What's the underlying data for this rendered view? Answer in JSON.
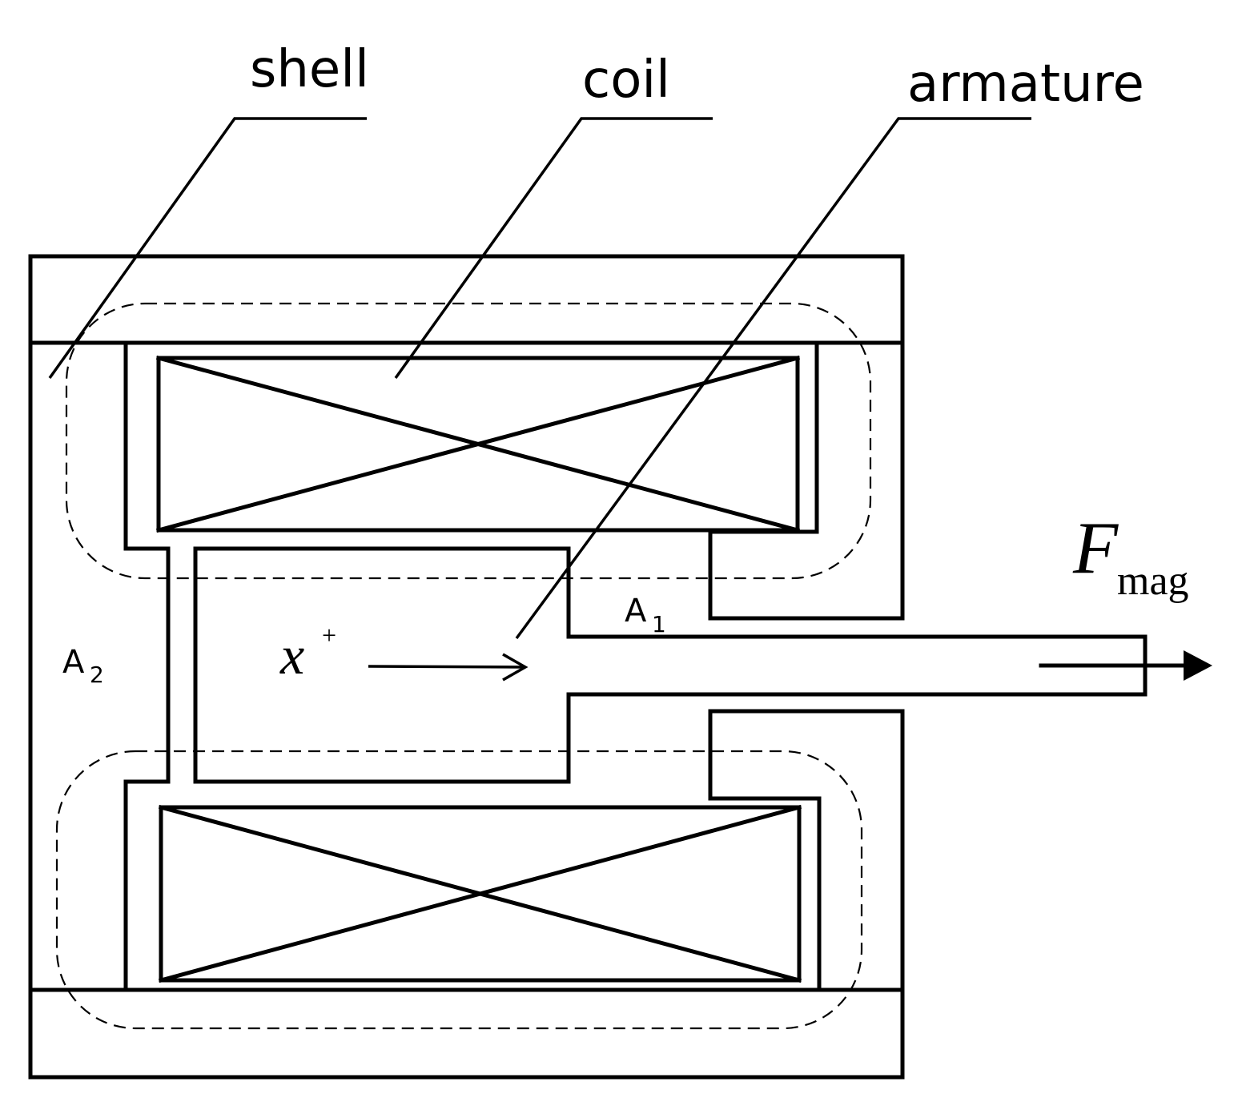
{
  "labels": {
    "shell": "shell",
    "coil": "coil",
    "armature": "armature",
    "a1": {
      "main": "A",
      "sub": "1"
    },
    "a2": {
      "main": "A",
      "sub": "2"
    },
    "x": {
      "main": "x",
      "sup": "+"
    },
    "force": {
      "main": "F",
      "sub": "mag"
    }
  }
}
